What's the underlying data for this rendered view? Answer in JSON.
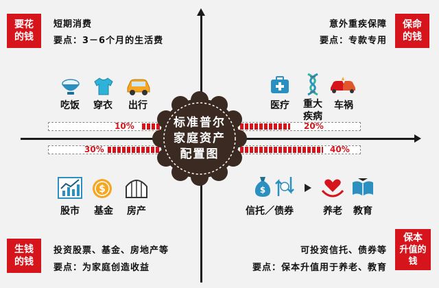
{
  "center": {
    "line1": "标准普尔",
    "line2": "家庭资产",
    "line3": "配置图"
  },
  "quadrants": {
    "top_left": {
      "stamp": [
        "要花",
        "的钱"
      ],
      "title": "短期消费",
      "key_point": "要点：3－6个月的生活费",
      "items": [
        {
          "label": "吃饭",
          "icon": "rice-bowl-icon"
        },
        {
          "label": "穿衣",
          "icon": "tshirt-icon"
        },
        {
          "label": "出行",
          "icon": "car-icon"
        }
      ],
      "percent": "10%",
      "ratio": 0.1
    },
    "top_right": {
      "stamp": [
        "保命",
        "的钱"
      ],
      "title": "意外重疾保障",
      "key_point": "要点：专款专用",
      "items": [
        {
          "label": "医疗",
          "icon": "medical-kit-icon"
        },
        {
          "label": "重大疾病",
          "label_lines": [
            "重大",
            "疾病"
          ],
          "icon": "dna-icon"
        },
        {
          "label": "车祸",
          "icon": "car-crash-icon"
        }
      ],
      "percent": "20%",
      "ratio": 0.2
    },
    "bottom_left": {
      "stamp": [
        "生钱",
        "的钱"
      ],
      "title": "投资股票、基金、房地产等",
      "key_point": "要点：为家庭创造收益",
      "items": [
        {
          "label": "股市",
          "icon": "stock-chart-icon"
        },
        {
          "label": "基金",
          "icon": "coin-icon"
        },
        {
          "label": "房产",
          "icon": "building-icon"
        }
      ],
      "percent": "30%",
      "ratio": 0.3
    },
    "bottom_right": {
      "stamp": [
        "保本",
        "升值的钱"
      ],
      "title": "可投资信托、债券等",
      "key_point": "要点：保本升值用于养老、教育",
      "items": [
        {
          "label": "信托／债券",
          "icon": "money-bag-icon"
        },
        {
          "label": "养老",
          "icon": "hands-heart-icon"
        },
        {
          "label": "教育",
          "icon": "book-icon"
        }
      ],
      "percent": "40%",
      "ratio": 0.4
    }
  },
  "colors": {
    "accent": "#d6141c",
    "center": "#3b2a22",
    "background": "#f2f2f2"
  }
}
